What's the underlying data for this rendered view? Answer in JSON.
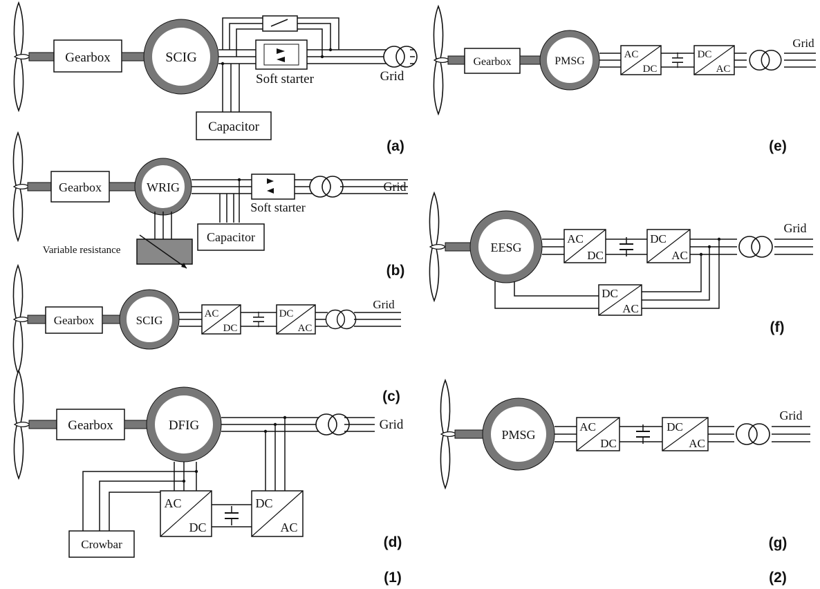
{
  "figure": {
    "group_1_label": "(1)",
    "group_2_label": "(2)"
  },
  "panels": {
    "a": {
      "label": "(a)",
      "gearbox": "Gearbox",
      "generator": "SCIG",
      "soft_starter": "Soft starter",
      "capacitor": "Capacitor",
      "grid": "Grid"
    },
    "b": {
      "label": "(b)",
      "gearbox": "Gearbox",
      "generator": "WRIG",
      "soft_starter": "Soft starter",
      "capacitor": "Capacitor",
      "variable_resistance": "Variable resistance",
      "grid": "Grid"
    },
    "c": {
      "label": "(c)",
      "gearbox": "Gearbox",
      "generator": "SCIG",
      "rectifier_in": "AC",
      "rectifier_out": "DC",
      "inverter_in": "DC",
      "inverter_out": "AC",
      "grid": "Grid"
    },
    "d": {
      "label": "(d)",
      "gearbox": "Gearbox",
      "generator": "DFIG",
      "crowbar": "Crowbar",
      "rectifier_in": "AC",
      "rectifier_out": "DC",
      "inverter_in": "DC",
      "inverter_out": "AC",
      "grid": "Grid"
    },
    "e": {
      "label": "(e)",
      "gearbox": "Gearbox",
      "generator": "PMSG",
      "rectifier_in": "AC",
      "rectifier_out": "DC",
      "inverter_in": "DC",
      "inverter_out": "AC",
      "grid": "Grid"
    },
    "f": {
      "label": "(f)",
      "generator": "EESG",
      "rectifier_in": "AC",
      "rectifier_out": "DC",
      "inverter_in": "DC",
      "inverter_out": "AC",
      "exciter_in": "DC",
      "exciter_out": "AC",
      "grid": "Grid"
    },
    "g": {
      "label": "(g)",
      "generator": "PMSG",
      "rectifier_in": "AC",
      "rectifier_out": "DC",
      "inverter_in": "DC",
      "inverter_out": "AC",
      "grid": "Grid"
    }
  }
}
